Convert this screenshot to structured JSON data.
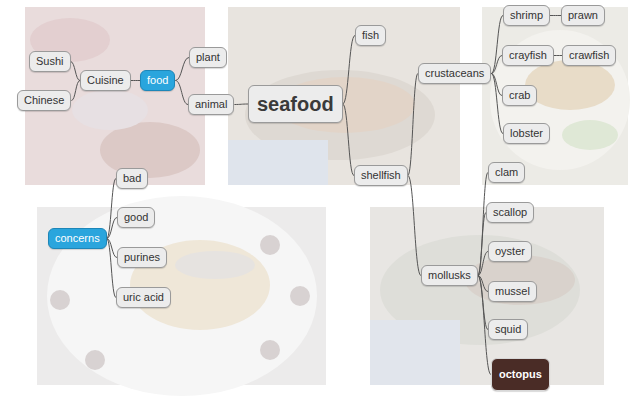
{
  "diagram": {
    "nodes": [
      {
        "text": [
          "food"
        ]
      },
      {
        "text": [
          "Cuisine"
        ]
      },
      {
        "text": [
          "Sushi"
        ]
      },
      {
        "text": [
          "Chinese"
        ]
      },
      {
        "text": [
          "plant"
        ]
      },
      {
        "text": [
          "animal"
        ]
      },
      {
        "text": [
          "seafood"
        ]
      },
      {
        "text": [
          "fish"
        ]
      },
      {
        "text": [
          "shellfish"
        ]
      },
      {
        "text": [
          "crustaceans"
        ]
      },
      {
        "text": [
          "shrimp"
        ]
      },
      {
        "text": [
          "prawn"
        ]
      },
      {
        "text": [
          "crayfish"
        ]
      },
      {
        "text": [
          "crawfish"
        ]
      },
      {
        "text": [
          "crab"
        ]
      },
      {
        "text": [
          "lobster"
        ]
      },
      {
        "text": [
          "mollusks"
        ]
      },
      {
        "text": [
          "clam"
        ]
      },
      {
        "text": [
          "scallop"
        ]
      },
      {
        "text": [
          "oyster"
        ]
      },
      {
        "text": [
          "mussel"
        ]
      },
      {
        "text": [
          "squid"
        ]
      },
      {
        "text": [
          "octopus"
        ]
      },
      {
        "text": [
          "concerns"
        ]
      },
      {
        "text": [
          "bad"
        ]
      },
      {
        "text": [
          "good"
        ]
      },
      {
        "text": [
          "purines"
        ]
      },
      {
        "text": [
          "uric acid"
        ]
      }
    ],
    "edges": [
      {
        "from": 0,
        "to": 1,
        "arrow": "none"
      },
      {
        "from": 1,
        "to": 2,
        "arrow": "none"
      },
      {
        "from": 1,
        "to": 3,
        "arrow": "none"
      },
      {
        "from": 0,
        "to": 4,
        "arrow": "none"
      },
      {
        "from": 0,
        "to": 5,
        "arrow": "none"
      },
      {
        "from": 5,
        "to": 6,
        "arrow": "none"
      },
      {
        "from": 6,
        "to": 7,
        "arrow": "none"
      },
      {
        "from": 6,
        "to": 8,
        "arrow": "none"
      },
      {
        "from": 8,
        "to": 9,
        "arrow": "none"
      },
      {
        "from": 9,
        "to": 10,
        "arrow": "none"
      },
      {
        "from": 10,
        "to": 11,
        "arrow": "none"
      },
      {
        "from": 9,
        "to": 12,
        "arrow": "none"
      },
      {
        "from": 12,
        "to": 13,
        "arrow": "none"
      },
      {
        "from": 9,
        "to": 14,
        "arrow": "none"
      },
      {
        "from": 9,
        "to": 15,
        "arrow": "none"
      },
      {
        "from": 8,
        "to": 16,
        "arrow": "none"
      },
      {
        "from": 16,
        "to": 17,
        "arrow": "none"
      },
      {
        "from": 16,
        "to": 18,
        "arrow": "none"
      },
      {
        "from": 16,
        "to": 19,
        "arrow": "none"
      },
      {
        "from": 16,
        "to": 20,
        "arrow": "none"
      },
      {
        "from": 16,
        "to": 21,
        "arrow": "none"
      },
      {
        "from": 16,
        "to": 22,
        "arrow": "none"
      },
      {
        "from": 23,
        "to": 24,
        "arrow": "none"
      },
      {
        "from": 23,
        "to": 25,
        "arrow": "none"
      },
      {
        "from": 23,
        "to": 26,
        "arrow": "none"
      },
      {
        "from": 23,
        "to": 27,
        "arrow": "none"
      }
    ]
  }
}
